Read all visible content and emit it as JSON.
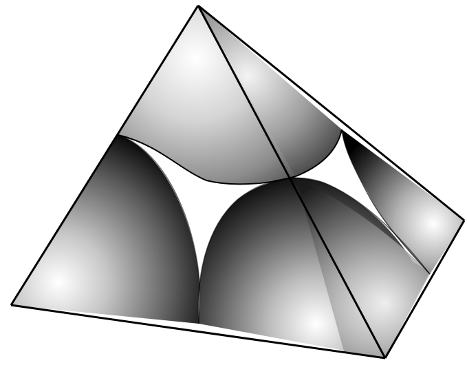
{
  "figure": {
    "subject": "tetrahedron-with-vertex-spheres",
    "colors": {
      "background": "#ffffff",
      "edge": "#000000",
      "highlight": "#ffffff",
      "shade_mid": "#8a8a8a",
      "shade_dark": "#000000"
    },
    "faces": [
      "left-face",
      "right-face"
    ],
    "vertices": [
      "apex",
      "bottom-left",
      "bottom-right",
      "right-corner"
    ]
  }
}
